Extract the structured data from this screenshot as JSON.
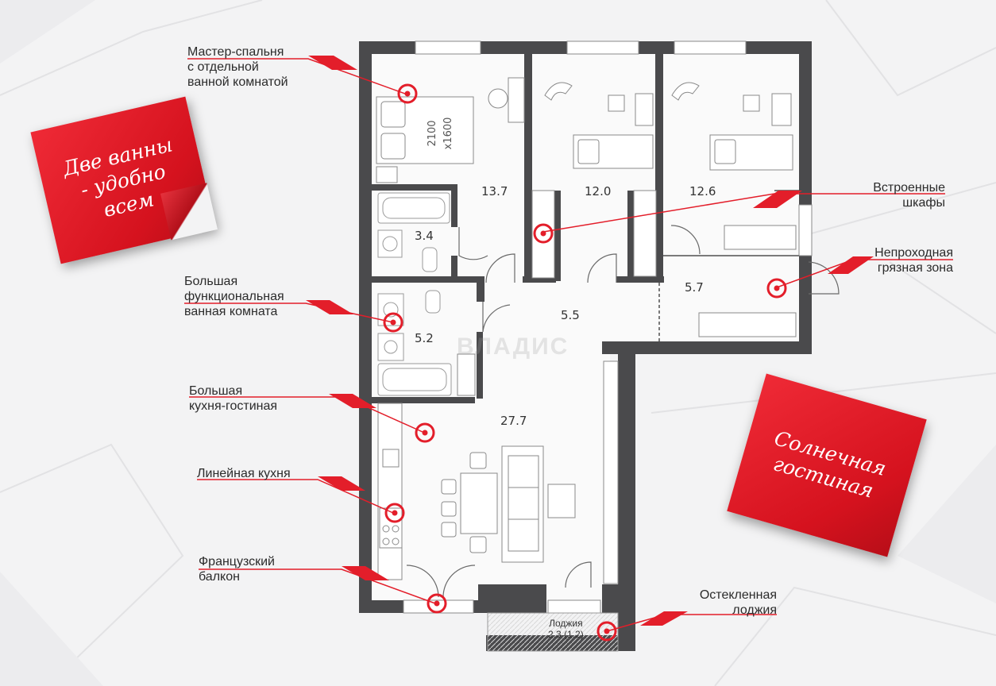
{
  "colors": {
    "accent": "#e31e2a",
    "wall": "#4a4a4c",
    "text": "#2b2b2b",
    "background": "#f3f3f4"
  },
  "callouts": {
    "master_bedroom": [
      "Мастер-спальня",
      "с отдельной",
      "ванной комнатой"
    ],
    "large_bathroom": [
      "Большая",
      "функциональная",
      "ванная комната"
    ],
    "kitchen_living": [
      "Большая",
      "кухня-гостиная"
    ],
    "linear_kitchen": [
      "Линейная кухня"
    ],
    "french_balcony": [
      "Французский",
      "балкон"
    ],
    "built_in_wardrobes": [
      "Встроенные",
      "шкафы"
    ],
    "dirty_zone": [
      "Непроходная",
      "грязная зона"
    ],
    "glazed_loggia": [
      "Остекленная",
      "лоджия"
    ]
  },
  "notes": {
    "two_bathrooms": [
      "Две ванны",
      "- удобно",
      "всем"
    ],
    "sunny_living": [
      "Солнечная",
      "гостиная"
    ]
  },
  "areas": {
    "bedroom_master": "13.7",
    "bedroom_2": "12.0",
    "bedroom_3": "12.6",
    "bathroom_1": "3.4",
    "bathroom_2": "5.2",
    "hall": "5.5",
    "entrance": "5.7",
    "living": "27.7"
  },
  "bed_size": [
    "2100",
    "x1600"
  ],
  "loggia": [
    "Лоджия",
    "2.3 (1.2)"
  ],
  "watermark": "ВЛАДИС"
}
